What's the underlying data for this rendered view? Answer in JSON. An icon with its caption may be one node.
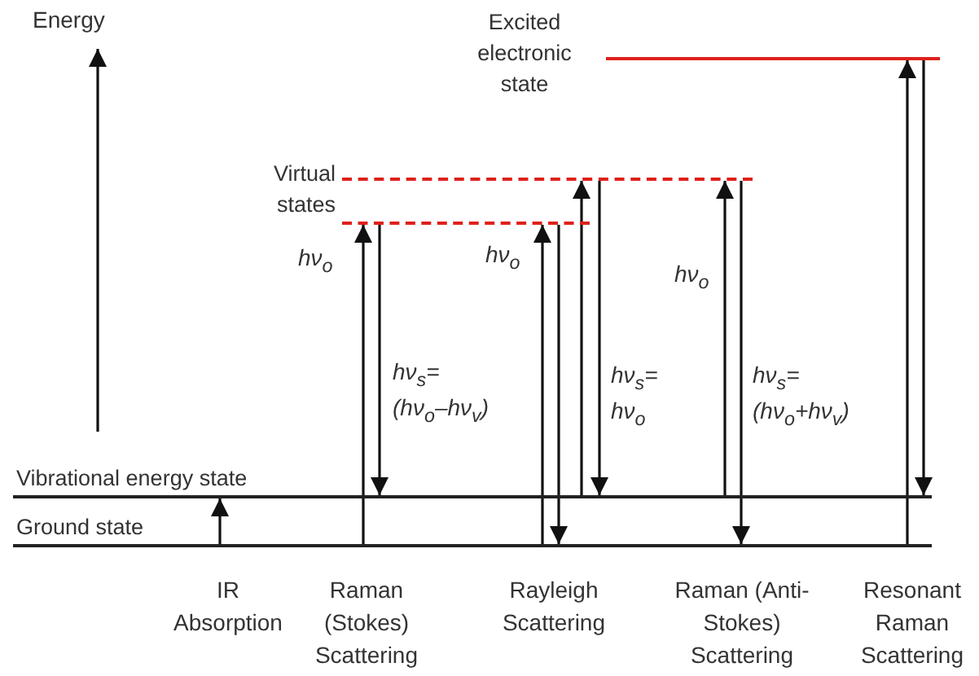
{
  "diagram": {
    "nodes": [
      {
        "text": [
          "Excited electronic state"
        ]
      },
      {
        "text": [
          "Virtual states"
        ]
      },
      {
        "text": [],
        "shape": "bar"
      },
      {
        "text": [
          "Vibrational energy state"
        ]
      },
      {
        "text": [
          "Ground state"
        ]
      }
    ],
    "edges": [
      {
        "from": 4,
        "to": 3,
        "arrow": "to"
      },
      {
        "from": 4,
        "to": 2,
        "arrow": "to",
        "label": "hν$_{o}$"
      },
      {
        "from": 2,
        "to": 3,
        "arrow": "to",
        "label": "hν$_{s}$= (hν$_{o}$–hν$_{v}$)"
      },
      {
        "from": 4,
        "to": 2,
        "arrow": "to",
        "label": "hν$_{o}$"
      },
      {
        "from": 2,
        "to": 4,
        "arrow": "to"
      },
      {
        "from": 3,
        "to": 1,
        "arrow": "to"
      },
      {
        "from": 1,
        "to": 3,
        "arrow": "to",
        "label": "hν$_{s}$= hν$_{o}$"
      },
      {
        "from": 3,
        "to": 1,
        "arrow": "to",
        "label": "hν$_{o}$"
      },
      {
        "from": 1,
        "to": 4,
        "arrow": "to",
        "label": "hν$_{s}$= (hν$_{o}$+hν$_{v}$)"
      },
      {
        "from": 4,
        "to": 0,
        "arrow": "to"
      },
      {
        "from": 0,
        "to": 3,
        "arrow": "to"
      }
    ],
    "labels": [
      "Energy",
      "IR Absorption",
      "Raman (Stokes) Scattering",
      "Rayleigh Scattering",
      "Raman (Anti-Stokes) Scattering",
      "Resonant Raman Scattering"
    ]
  }
}
